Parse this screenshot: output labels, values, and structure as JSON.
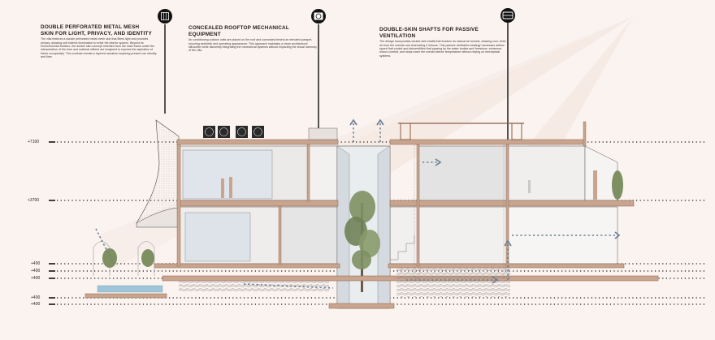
{
  "annotations": [
    {
      "title_line1": "DOUBLE PERFORATED METAL MESH",
      "title_line2": "SKIN FOR LIGHT, PRIVACY, AND IDENTITY",
      "body": "The villa features a double perforated metal mesh skin that filters light and provides privacy, allowing soft indirect illumination to enter the interior spaces. Beyond its environmental function, the double skin concept inherited from the main frame under the interpretation of the form and material utilized are imagined to express the aspiration of future occupant(s). This contrast reveals a layered narrative exploring present use identity and time.",
      "icon": "mesh-panel-icon"
    },
    {
      "title_line1": "CONCEALED ROOFTOP MECHANICAL EQUIPMENT",
      "title_line2": "",
      "body": "Air conditioning outdoor units are placed on the roof and concealed behind an elevated parapet, ensuring aesthetic and operating appearance. This approach maintains a clean architectural silhouette while discreetly integrating the mechanical systems without impacting the visual harmony of the villa.",
      "icon": "ac-unit-icon"
    },
    {
      "title_line1": "DOUBLE-SKIN SHAFTS FOR PASSIVE VENTILATION",
      "title_line2": "",
      "body": "The design incorporates double-skin shafts that function as natural air tunnels, drawing cool, fresh air from the outside and channeling it indoors. This passive ventilation strategy harnesses airflow speed that cooled and dehumidified that passing by the water bodies and limestone, enhances indoor comfort, and helps lower the overall interior temperature without relying on mechanical systems.",
      "icon": "shaft-vent-icon"
    }
  ],
  "levels": [
    {
      "label": "+7100",
      "key": "roof"
    },
    {
      "label": "+3700",
      "key": "first"
    },
    {
      "label": "+400",
      "key": "g1"
    },
    {
      "label": "+400",
      "key": "g2"
    },
    {
      "label": "+400",
      "key": "g3"
    },
    {
      "label": "+400",
      "key": "b1"
    },
    {
      "label": "+400",
      "key": "b2"
    }
  ],
  "colors": {
    "background": "#fbf3ef",
    "slab": "#c9a58f",
    "slab_edge": "#8a5f48",
    "glass": "#dfe5ea",
    "interior": "#f3f1ef",
    "wall_grey": "#d9d9d9",
    "plant": "#7e8f62",
    "water": "#9fc6d8",
    "arrow": "#6a7c92",
    "leader": "#111111",
    "light_ray": "#efe0d8"
  }
}
